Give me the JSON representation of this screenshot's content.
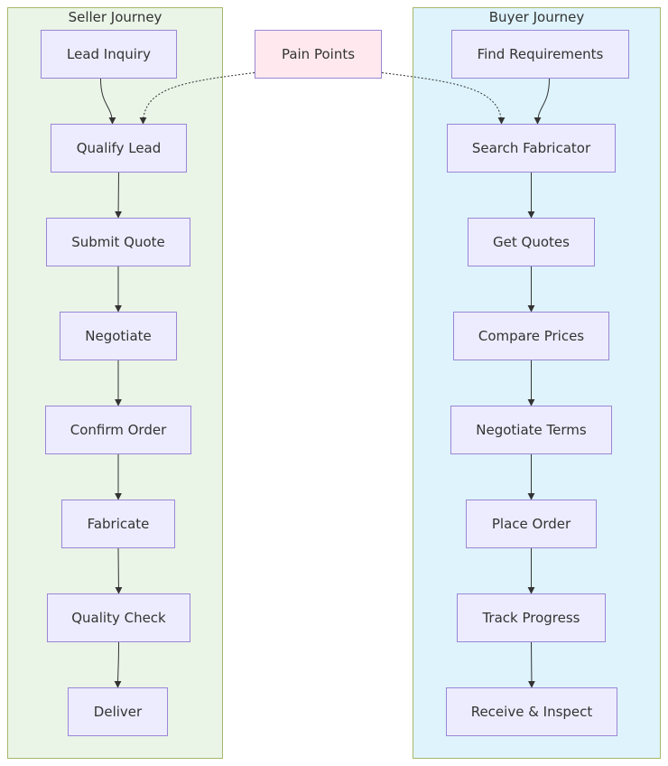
{
  "colors": {
    "seller_bg": "#eaf4e7",
    "buyer_bg": "#def3fc",
    "cluster_border": "#a7b86a",
    "node_bg": "#ececfe",
    "node_border": "#9b86d6",
    "pain_bg": "#ffe9ee",
    "pain_border": "#9b86d6",
    "edge": "#333333"
  },
  "clusters": {
    "seller": {
      "title": "Seller Journey"
    },
    "buyer": {
      "title": "Buyer Journey"
    }
  },
  "nodes": {
    "pain": "Pain Points",
    "s1": "Lead Inquiry",
    "s2": "Qualify Lead",
    "s3": "Submit Quote",
    "s4": "Negotiate",
    "s5": "Confirm Order",
    "s6": "Fabricate",
    "s7": "Quality Check",
    "s8": "Deliver",
    "b1": "Find Requirements",
    "b2": "Search Fabricator",
    "b3": "Get Quotes",
    "b4": "Compare Prices",
    "b5": "Negotiate Terms",
    "b6": "Place Order",
    "b7": "Track Progress",
    "b8": "Receive & Inspect"
  },
  "edges": [
    {
      "from": "s1",
      "to": "s2",
      "style": "solid"
    },
    {
      "from": "s2",
      "to": "s3",
      "style": "solid"
    },
    {
      "from": "s3",
      "to": "s4",
      "style": "solid"
    },
    {
      "from": "s4",
      "to": "s5",
      "style": "solid"
    },
    {
      "from": "s5",
      "to": "s6",
      "style": "solid"
    },
    {
      "from": "s6",
      "to": "s7",
      "style": "solid"
    },
    {
      "from": "s7",
      "to": "s8",
      "style": "solid"
    },
    {
      "from": "b1",
      "to": "b2",
      "style": "solid"
    },
    {
      "from": "b2",
      "to": "b3",
      "style": "solid"
    },
    {
      "from": "b3",
      "to": "b4",
      "style": "solid"
    },
    {
      "from": "b4",
      "to": "b5",
      "style": "solid"
    },
    {
      "from": "b5",
      "to": "b6",
      "style": "solid"
    },
    {
      "from": "b6",
      "to": "b7",
      "style": "solid"
    },
    {
      "from": "b7",
      "to": "b8",
      "style": "solid"
    },
    {
      "from": "pain",
      "to": "s2",
      "style": "dotted"
    },
    {
      "from": "pain",
      "to": "b2",
      "style": "dotted"
    }
  ]
}
